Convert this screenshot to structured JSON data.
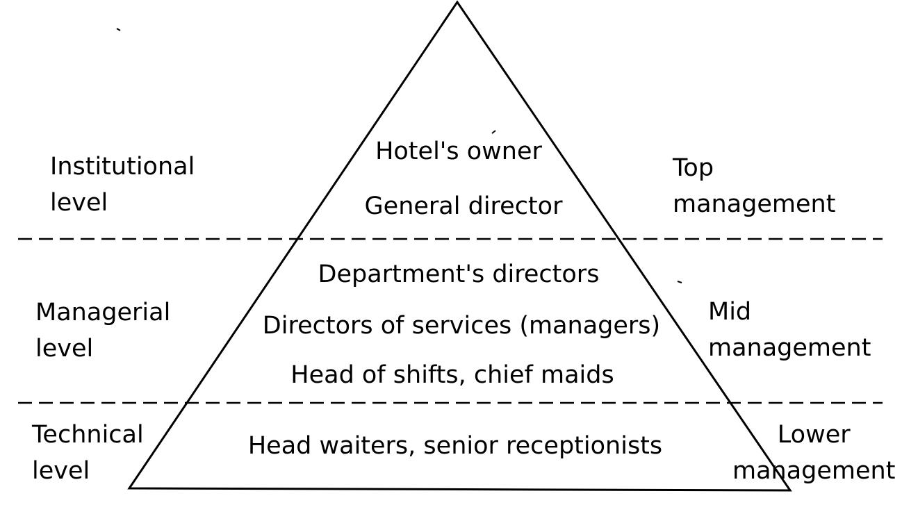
{
  "levels": [
    {
      "left_label": [
        "Institutional",
        "level"
      ],
      "right_label": [
        "Top",
        "management"
      ],
      "roles": [
        "Hotel's owner",
        "General director"
      ]
    },
    {
      "left_label": [
        "Managerial",
        "level"
      ],
      "right_label": [
        "Mid",
        "management"
      ],
      "roles": [
        "Department's directors",
        "Directors of services (managers)",
        "Head of shifts, chief maids"
      ]
    },
    {
      "left_label": [
        "Technical",
        "level"
      ],
      "right_label": [
        "Lower",
        "management"
      ],
      "roles": [
        "Head waiters, senior receptionists"
      ]
    }
  ],
  "colors": {
    "stroke": "#000000",
    "background": "#ffffff"
  }
}
